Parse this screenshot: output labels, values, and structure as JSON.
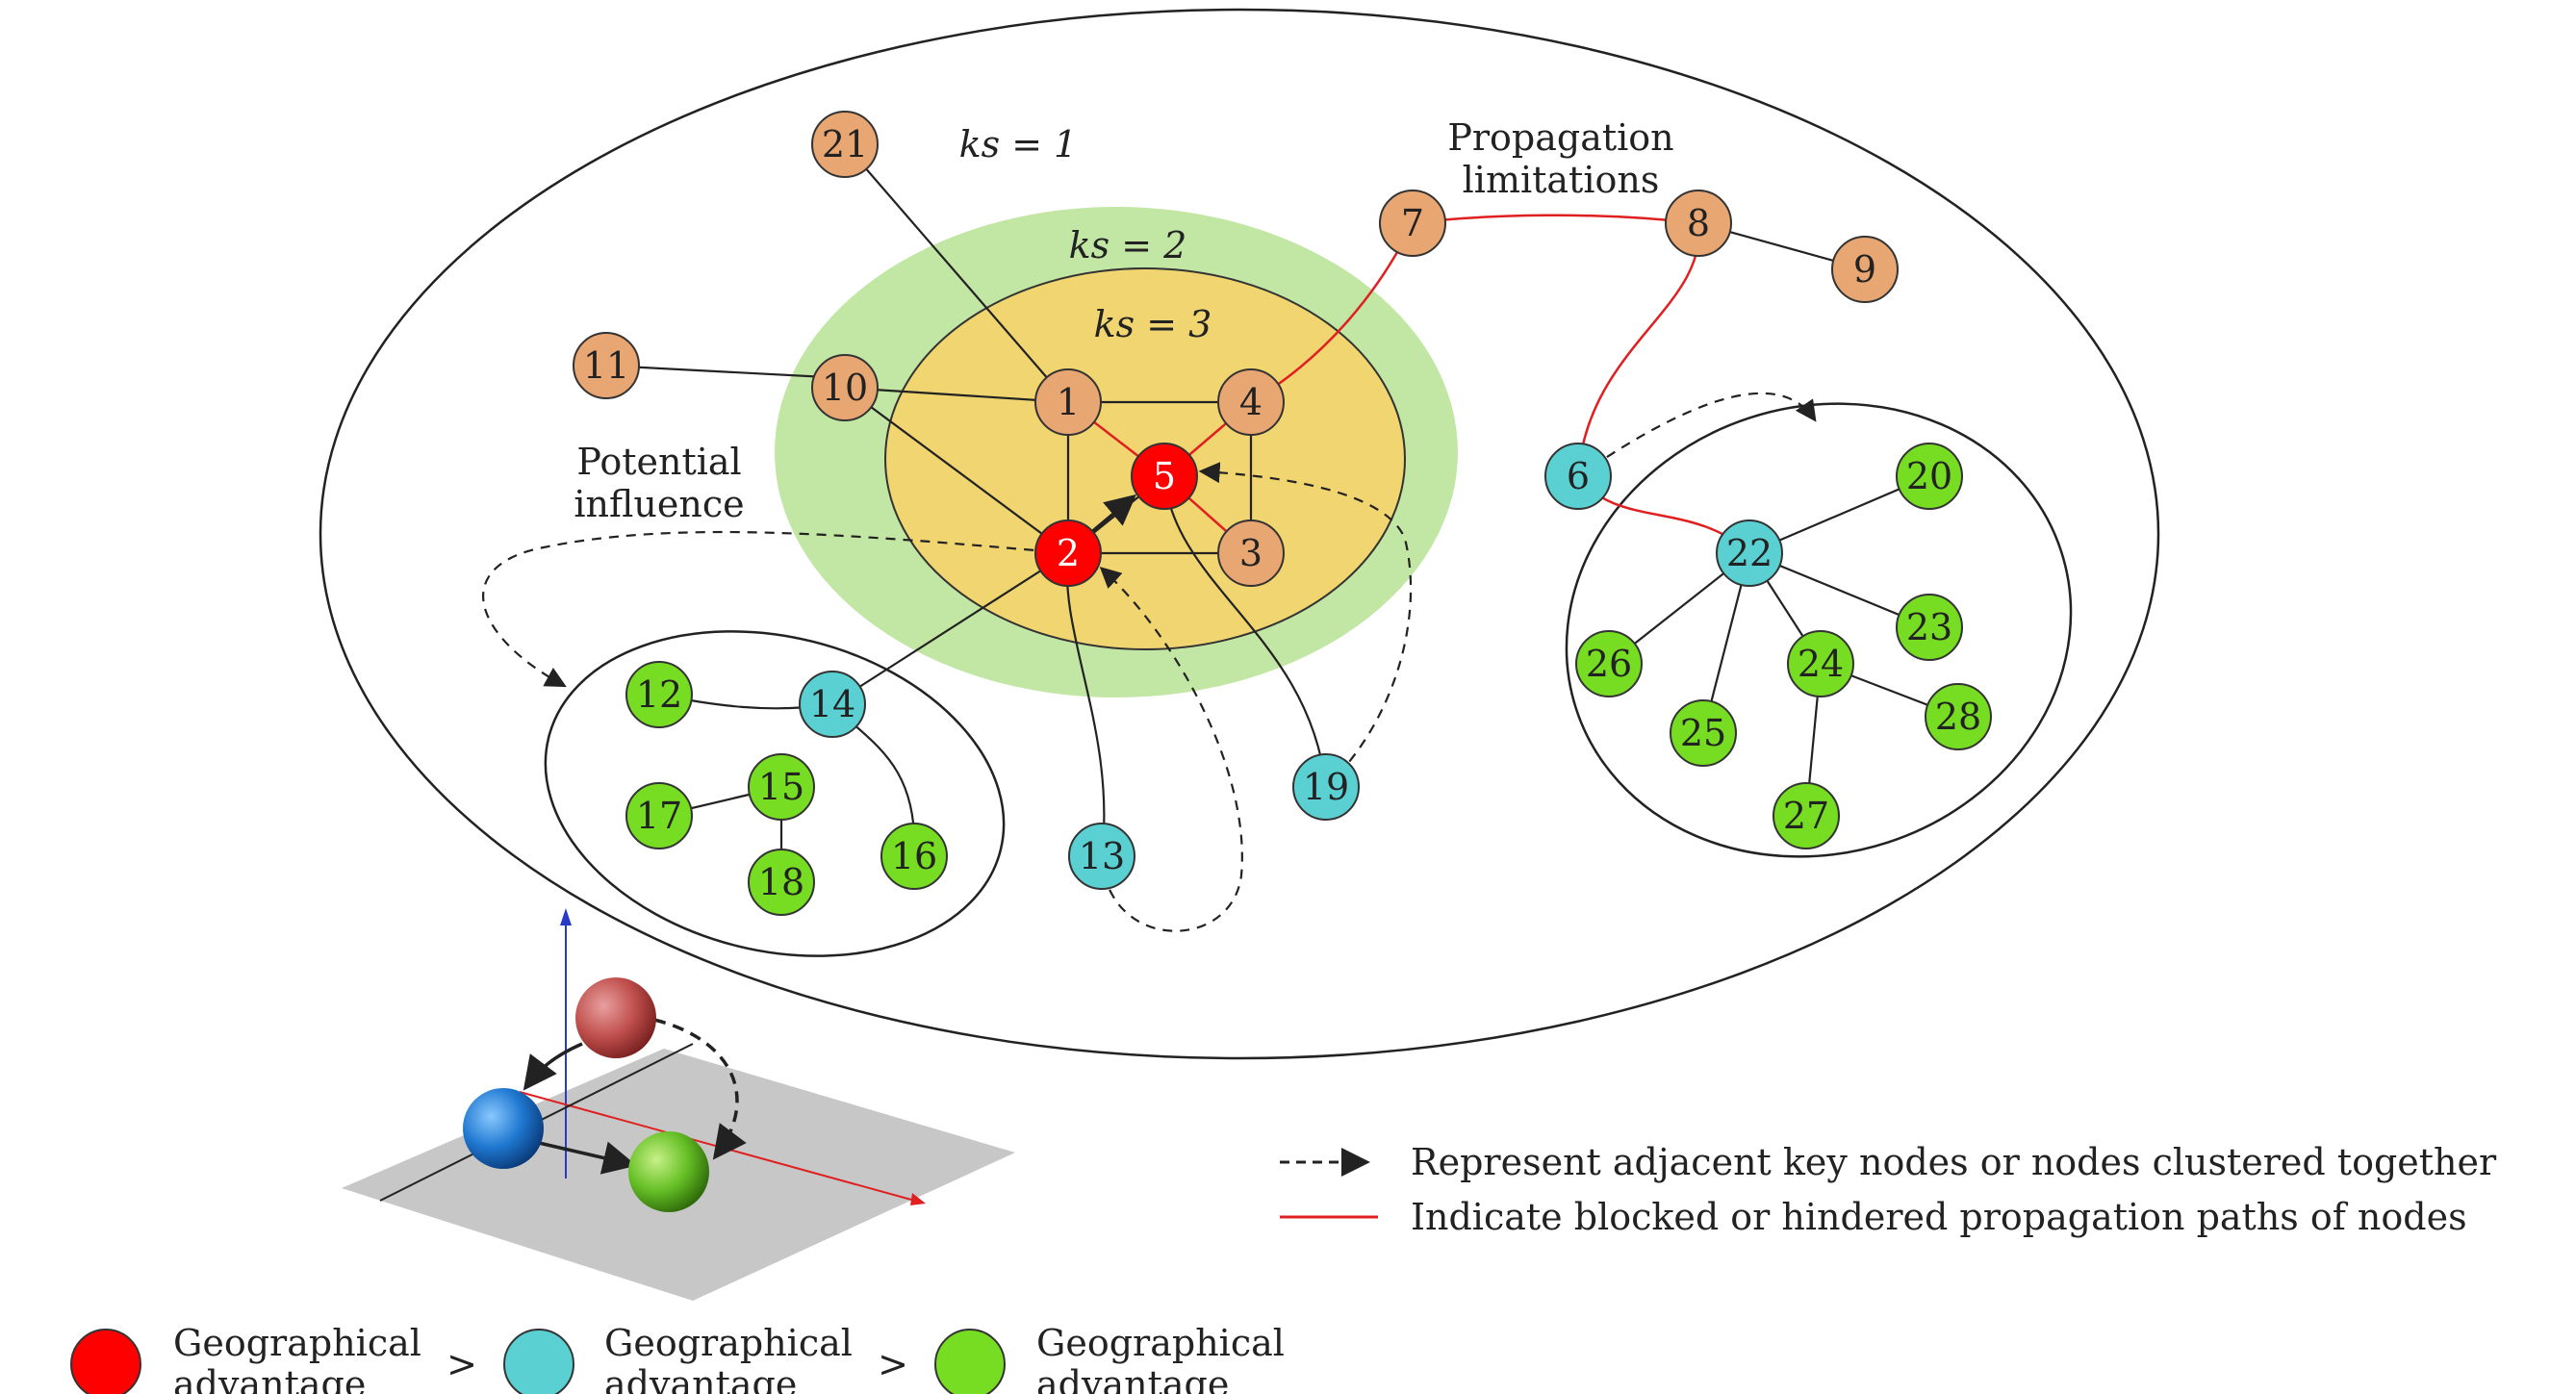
{
  "colors": {
    "red": "#ff0000",
    "cyan": "#5ad0d2",
    "green": "#77dd22",
    "orange": "#e8a672",
    "ks2_fill": "#c2e6a4",
    "ks3_fill": "#f0d570",
    "blocked_path": "#e02020"
  },
  "shells": {
    "ks1": "ks = 1",
    "ks2": "ks = 2",
    "ks3": "ks = 3"
  },
  "annotations": {
    "propagation_line1": "Propagation",
    "propagation_line2": "limitations",
    "potential_line1": "Potential",
    "potential_line2": "influence"
  },
  "nodes": [
    {
      "id": "1",
      "group": "orange"
    },
    {
      "id": "2",
      "group": "red"
    },
    {
      "id": "3",
      "group": "orange"
    },
    {
      "id": "4",
      "group": "orange"
    },
    {
      "id": "5",
      "group": "red"
    },
    {
      "id": "6",
      "group": "cyan"
    },
    {
      "id": "7",
      "group": "orange"
    },
    {
      "id": "8",
      "group": "orange"
    },
    {
      "id": "9",
      "group": "orange"
    },
    {
      "id": "10",
      "group": "orange"
    },
    {
      "id": "11",
      "group": "orange"
    },
    {
      "id": "12",
      "group": "green"
    },
    {
      "id": "13",
      "group": "cyan"
    },
    {
      "id": "14",
      "group": "cyan"
    },
    {
      "id": "15",
      "group": "green"
    },
    {
      "id": "16",
      "group": "green"
    },
    {
      "id": "17",
      "group": "green"
    },
    {
      "id": "18",
      "group": "green"
    },
    {
      "id": "19",
      "group": "cyan"
    },
    {
      "id": "20",
      "group": "green"
    },
    {
      "id": "21",
      "group": "orange"
    },
    {
      "id": "22",
      "group": "cyan"
    },
    {
      "id": "23",
      "group": "green"
    },
    {
      "id": "24",
      "group": "green"
    },
    {
      "id": "25",
      "group": "green"
    },
    {
      "id": "26",
      "group": "green"
    },
    {
      "id": "27",
      "group": "green"
    },
    {
      "id": "28",
      "group": "green"
    }
  ],
  "legend": {
    "dashed_arrow_text": "Represent adjacent key nodes or nodes clustered together",
    "red_line_text": "Indicate blocked or hindered propagation paths of nodes",
    "advantage": {
      "item_line1": "Geographical",
      "item_line2": "advantage",
      "separator": ">"
    }
  }
}
